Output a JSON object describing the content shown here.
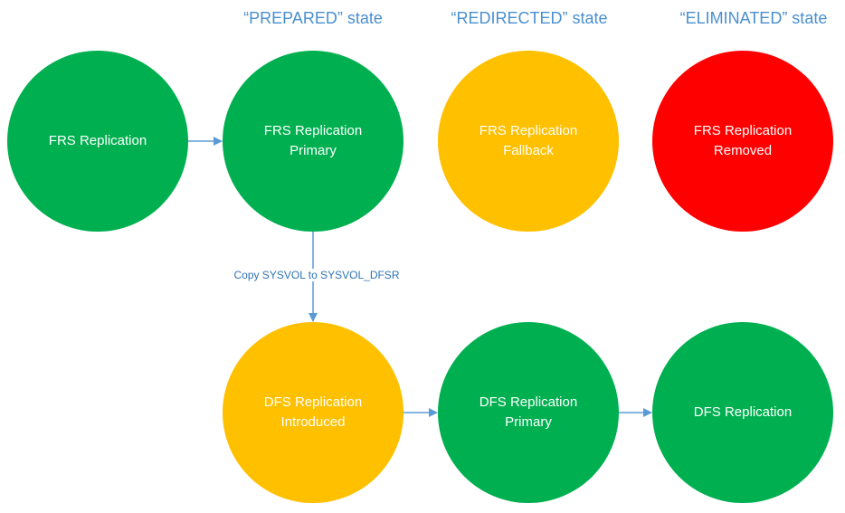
{
  "headers": {
    "prepared": "“PREPARED” state",
    "redirected": "“REDIRECTED” state",
    "eliminated": "“ELIMINATED” state"
  },
  "nodes": {
    "frs_replication": {
      "lines": [
        "FRS Replication"
      ],
      "color": "#00b050"
    },
    "frs_primary": {
      "lines": [
        "FRS Replication",
        "Primary"
      ],
      "color": "#00b050"
    },
    "frs_fallback": {
      "lines": [
        "FRS Replication",
        "Fallback"
      ],
      "color": "#ffc000"
    },
    "frs_removed": {
      "lines": [
        "FRS Replication",
        "Removed"
      ],
      "color": "#ff0000"
    },
    "dfs_introduced": {
      "lines": [
        "DFS Replication",
        "Introduced"
      ],
      "color": "#ffc000"
    },
    "dfs_primary": {
      "lines": [
        "DFS Replication",
        "Primary"
      ],
      "color": "#00b050"
    },
    "dfs_replication": {
      "lines": [
        "DFS Replication"
      ],
      "color": "#00b050"
    }
  },
  "edges": {
    "copy_label": "Copy SYSVOL to SYSVOL_DFSR"
  },
  "colors": {
    "header_text": "#4a8fd0",
    "arrow": "#5b9bd5",
    "label_text": "#2e74b5"
  }
}
